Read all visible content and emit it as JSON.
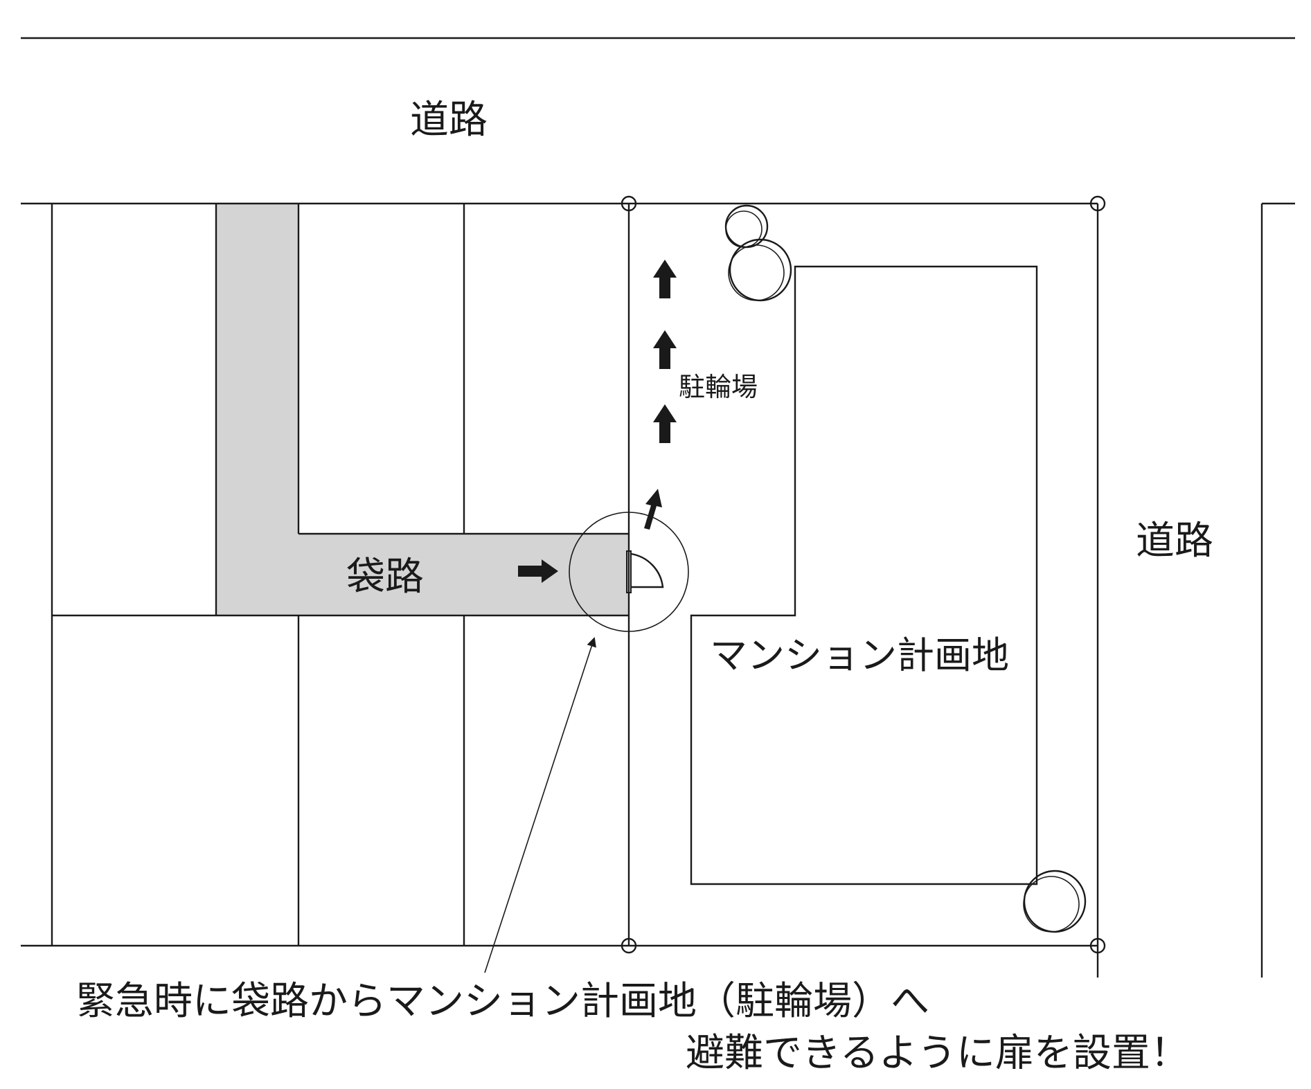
{
  "labels": {
    "road_top": "道路",
    "road_right": "道路",
    "alley": "袋路",
    "bicycle_parking": "駐輪場",
    "site": "マンション計画地"
  },
  "caption": {
    "line1": "緊急時に袋路からマンション計画地（駐輪場）へ",
    "line2": "避難できるように扉を設置！"
  },
  "colors": {
    "line": "#1a1a1a",
    "alley_fill": "#d4d4d4",
    "background": "#ffffff"
  }
}
